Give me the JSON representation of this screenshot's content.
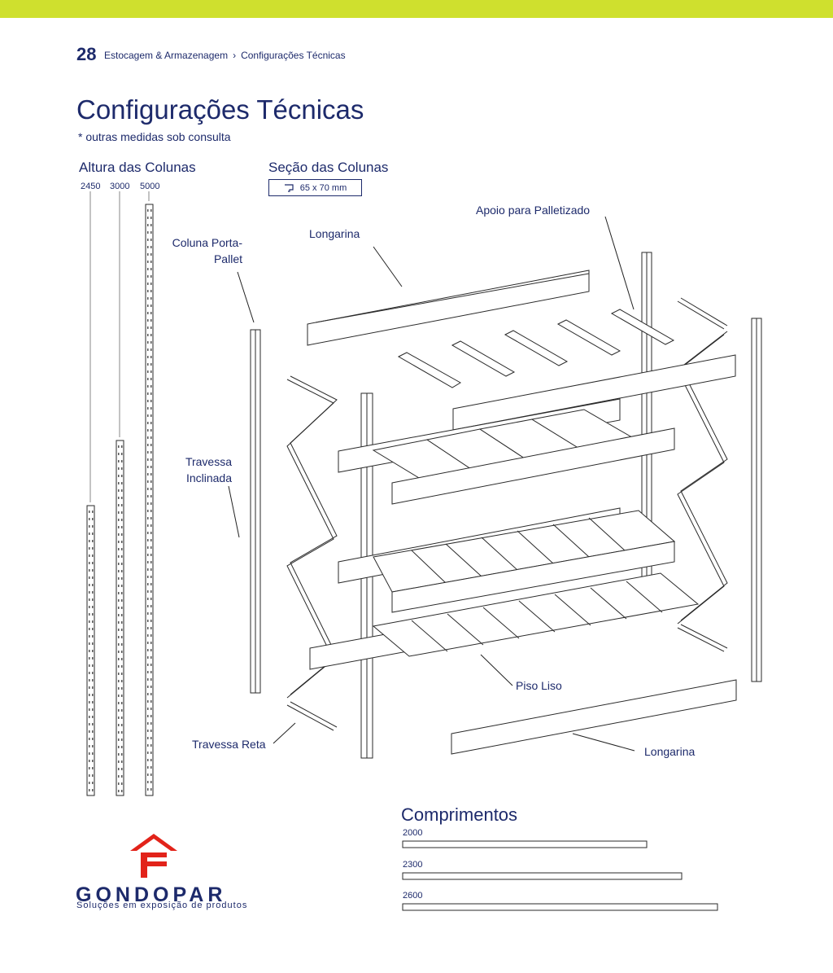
{
  "header": {
    "page_number": "28",
    "breadcrumb": [
      "Estocagem & Armazenagem",
      "Configurações Técnicas"
    ],
    "breadcrumb_sep": "›"
  },
  "title": "Configurações Técnicas",
  "subtitle": "* outras medidas sob consulta",
  "columns_height": {
    "heading": "Altura das Colunas",
    "values": [
      "2450",
      "3000",
      "5000"
    ]
  },
  "columns_section": {
    "heading": "Seção das Colunas",
    "value": "65 x 70 mm"
  },
  "labels": {
    "longarina_top": "Longarina",
    "apoio": "Apoio para Palletizado",
    "coluna": "Coluna Porta-Pallet",
    "travessa_inclinada": "Travessa Inclinada",
    "piso_liso": "Piso Liso",
    "travessa_reta": "Travessa Reta",
    "longarina_bottom": "Longarina"
  },
  "lengths": {
    "heading": "Comprimentos",
    "values": [
      "2000",
      "2300",
      "2600"
    ]
  },
  "brand": {
    "name": "GONDOPAR",
    "tagline": "Soluções em exposição de produtos",
    "logo_color": "#e2231a",
    "text_color": "#1d2a6b",
    "accent_bar": "#cfe02e"
  }
}
